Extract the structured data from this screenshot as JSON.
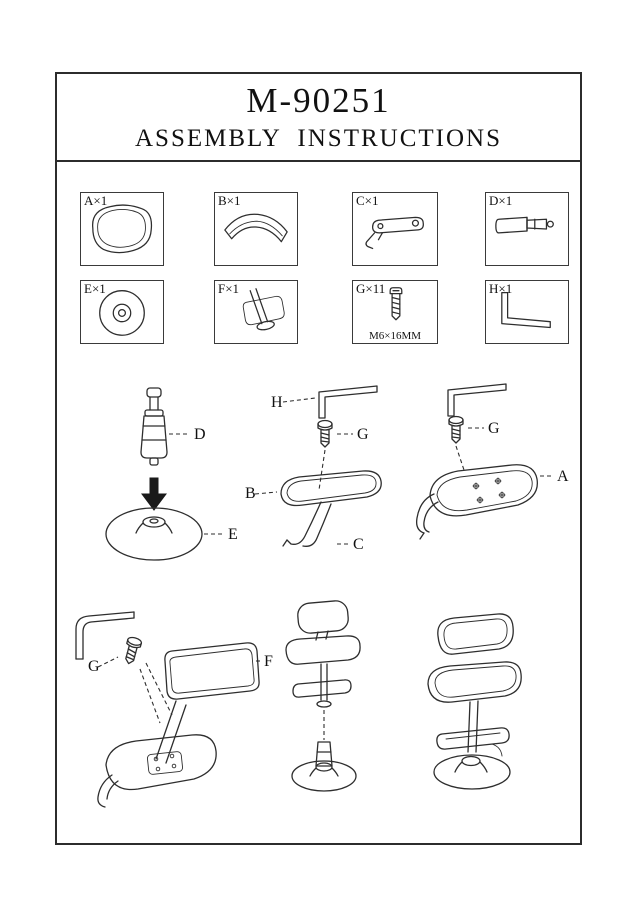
{
  "header": {
    "model": "M-90251",
    "subtitle": "ASSEMBLY  INSTRUCTIONS"
  },
  "parts": [
    {
      "id": "A",
      "label": "A×1"
    },
    {
      "id": "B",
      "label": "B×1"
    },
    {
      "id": "C",
      "label": "C×1"
    },
    {
      "id": "D",
      "label": "D×1"
    },
    {
      "id": "E",
      "label": "E×1"
    },
    {
      "id": "F",
      "label": "F×1"
    },
    {
      "id": "G",
      "label": "G×11",
      "spec": "M6×16MM"
    },
    {
      "id": "H",
      "label": "H×1"
    }
  ],
  "callouts": {
    "s1_d": "D",
    "s1_e": "E",
    "s2_h": "H",
    "s2_g": "G",
    "s2_b": "B",
    "s2_c": "C",
    "s3_g": "G",
    "s3_a": "A",
    "s4_g": "G",
    "s4_f": "F"
  }
}
